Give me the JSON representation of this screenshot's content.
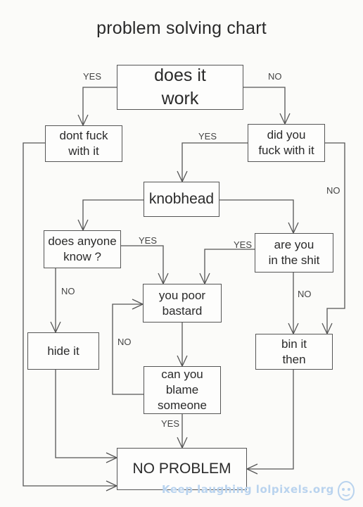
{
  "title": "problem solving chart",
  "nodes": {
    "does_it_work": "does it\nwork",
    "dont_fuck_with_it": "dont fuck\nwith it",
    "did_you_fuck_with_it": "did you\nfuck with it",
    "knobhead": "knobhead",
    "does_anyone_know": "does anyone\nknow ?",
    "are_you_in_the_shit": "are you\nin the shit",
    "you_poor_bastard": "you poor\nbastard",
    "hide_it": "hide  it",
    "bin_it_then": "bin it\nthen",
    "can_you_blame_someone": "can you\nblame\nsomeone",
    "no_problem": "NO PROBLEM"
  },
  "edge_labels": {
    "yes_work": "YES",
    "no_work": "NO",
    "yes_fucked": "YES",
    "no_fucked": "NO",
    "yes_anyone": "YES",
    "yes_shit": "YES",
    "no_anyone": "NO",
    "no_shit": "NO",
    "no_blame": "NO",
    "yes_blame": "YES"
  },
  "watermark": {
    "text": "Keep laughing lolpixels.org",
    "color": "#b9d3ee"
  }
}
